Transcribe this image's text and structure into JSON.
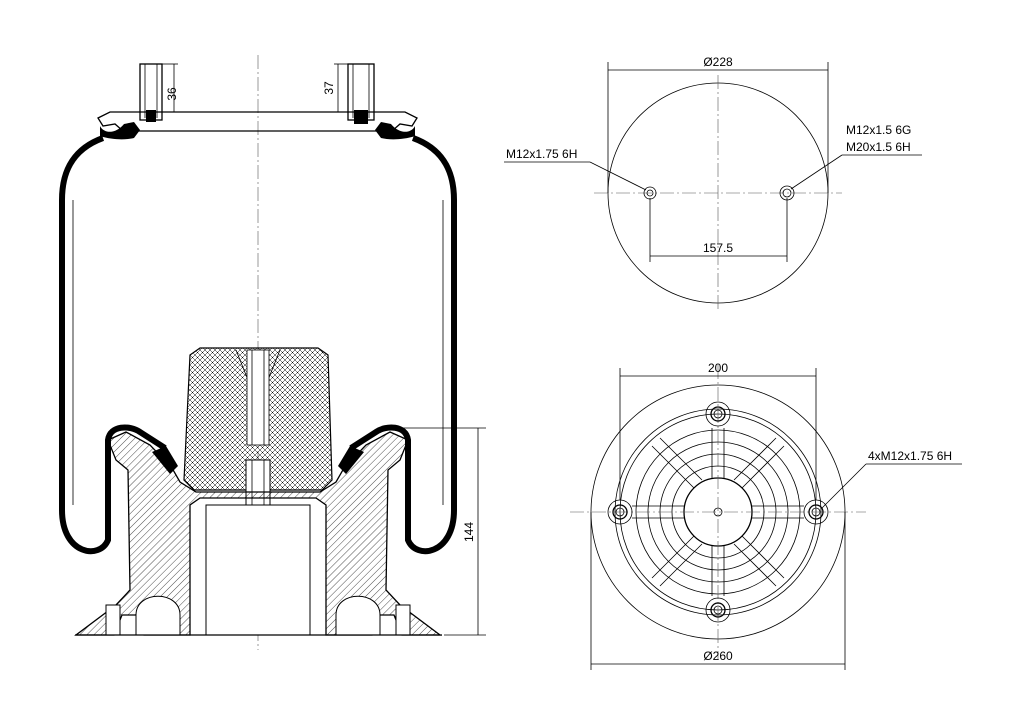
{
  "side_view": {
    "stud_left_length": "36",
    "stud_right_length": "37",
    "height_lower": "144"
  },
  "top_view": {
    "diameter": "Ø228",
    "thread_left": "M12x1.75 6H",
    "thread_right_1": "M12x1.5 6G",
    "thread_right_2": "M20x1.5 6H",
    "hole_spacing": "157.5"
  },
  "bottom_view": {
    "bolt_circle": "200",
    "threads": "4xM12x1.75 6H",
    "diameter": "Ø260"
  }
}
